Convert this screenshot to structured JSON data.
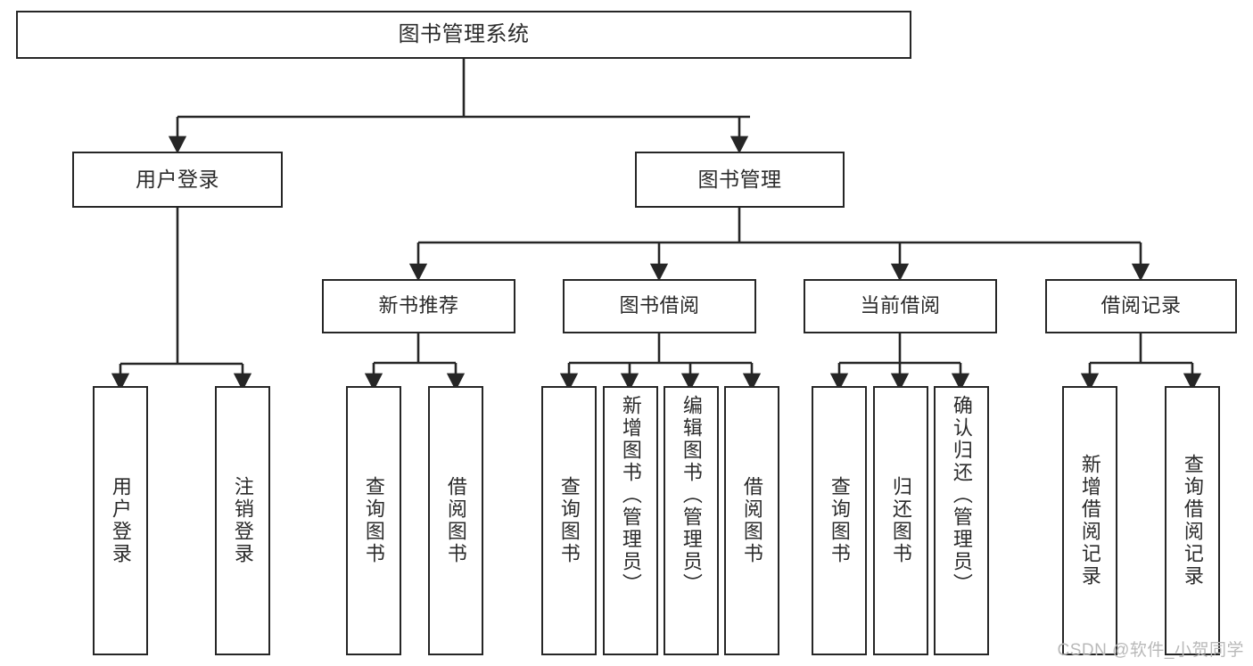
{
  "diagram": {
    "type": "tree-hierarchy",
    "title": "图书管理系统",
    "watermark": "CSDN @软件_小贺同学",
    "colors": {
      "stroke": "#262626",
      "box_fill": "#ffffff",
      "text": "#2b2b2b",
      "background": "#ffffff",
      "watermark": "#b9b9b9"
    },
    "nodes": {
      "root": {
        "label": "图书管理系统",
        "level": 1
      },
      "user_login": {
        "label": "用户登录",
        "level": 2
      },
      "book_manage": {
        "label": "图书管理",
        "level": 2
      },
      "new_book_rec": {
        "label": "新书推荐",
        "level": 3
      },
      "book_borrow": {
        "label": "图书借阅",
        "level": 3
      },
      "current_borrow": {
        "label": "当前借阅",
        "level": 3
      },
      "borrow_record": {
        "label": "借阅记录",
        "level": 3
      },
      "leaf_user_login": {
        "label": "用户登录",
        "level": 4
      },
      "leaf_logout": {
        "label": "注销登录",
        "level": 4
      },
      "leaf_query_book_a": {
        "label": "查询图书",
        "level": 4
      },
      "leaf_borrow_book_a": {
        "label": "借阅图书",
        "level": 4
      },
      "leaf_query_book_b": {
        "label": "查询图书",
        "level": 4
      },
      "leaf_add_book": {
        "label": "新增图书（管理员）",
        "level": 4
      },
      "leaf_edit_book": {
        "label": "编辑图书（管理员）",
        "level": 4
      },
      "leaf_borrow_book_b": {
        "label": "借阅图书",
        "level": 4
      },
      "leaf_query_book_c": {
        "label": "查询图书",
        "level": 4
      },
      "leaf_return_book": {
        "label": "归还图书",
        "level": 4
      },
      "leaf_confirm_return": {
        "label": "确认归还（管理员）",
        "level": 4
      },
      "leaf_add_record": {
        "label": "新增借阅记录",
        "level": 4
      },
      "leaf_query_record": {
        "label": "查询借阅记录",
        "level": 4
      }
    },
    "edges": [
      {
        "from": "root",
        "to": "user_login"
      },
      {
        "from": "root",
        "to": "book_manage"
      },
      {
        "from": "user_login",
        "to": "leaf_user_login"
      },
      {
        "from": "user_login",
        "to": "leaf_logout"
      },
      {
        "from": "book_manage",
        "to": "new_book_rec"
      },
      {
        "from": "book_manage",
        "to": "book_borrow"
      },
      {
        "from": "book_manage",
        "to": "current_borrow"
      },
      {
        "from": "book_manage",
        "to": "borrow_record"
      },
      {
        "from": "new_book_rec",
        "to": "leaf_query_book_a"
      },
      {
        "from": "new_book_rec",
        "to": "leaf_borrow_book_a"
      },
      {
        "from": "book_borrow",
        "to": "leaf_query_book_b"
      },
      {
        "from": "book_borrow",
        "to": "leaf_add_book"
      },
      {
        "from": "book_borrow",
        "to": "leaf_edit_book"
      },
      {
        "from": "book_borrow",
        "to": "leaf_borrow_book_b"
      },
      {
        "from": "current_borrow",
        "to": "leaf_query_book_c"
      },
      {
        "from": "current_borrow",
        "to": "leaf_return_book"
      },
      {
        "from": "current_borrow",
        "to": "leaf_confirm_return"
      },
      {
        "from": "borrow_record",
        "to": "leaf_add_record"
      },
      {
        "from": "borrow_record",
        "to": "leaf_query_record"
      }
    ]
  }
}
